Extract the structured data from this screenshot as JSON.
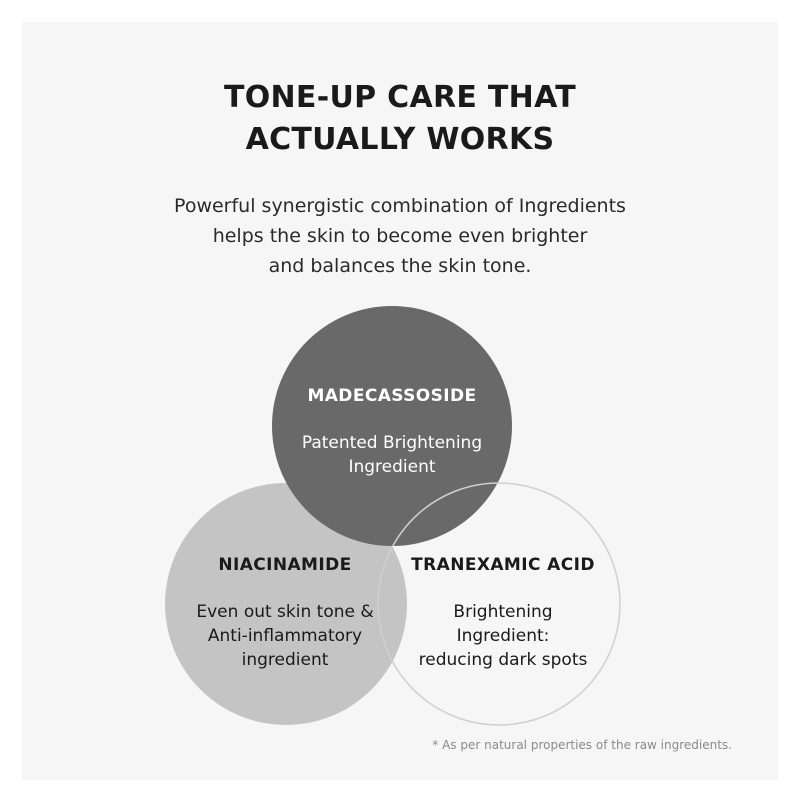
{
  "title": {
    "line1": "TONE-UP CARE THAT",
    "line2": "ACTUALLY WORKS"
  },
  "subtitle": {
    "line1": "Powerful synergistic combination of Ingredients",
    "line2": "helps the skin to become even brighter",
    "line3": "and balances the skin tone."
  },
  "ingredients": [
    {
      "name": "MADECASSOSIDE",
      "description": [
        "Patented Brightening",
        "Ingredient"
      ],
      "fill": "#696969"
    },
    {
      "name": "NIACINAMIDE",
      "description": [
        "Even out skin tone &",
        "Anti-inflammatory",
        "ingredient"
      ],
      "fill": "#c4c4c4"
    },
    {
      "name": "TRANEXAMIC ACID",
      "description": [
        "Brightening",
        "Ingredient:",
        "reducing dark spots"
      ],
      "fill": "none"
    }
  ],
  "footnote": "* As per natural properties of the raw ingredients.",
  "colors": {
    "background": "#f6f6f6",
    "text_dark": "#1a1a1a",
    "text_light": "#ffffff",
    "outline": "#d0d0d0"
  }
}
